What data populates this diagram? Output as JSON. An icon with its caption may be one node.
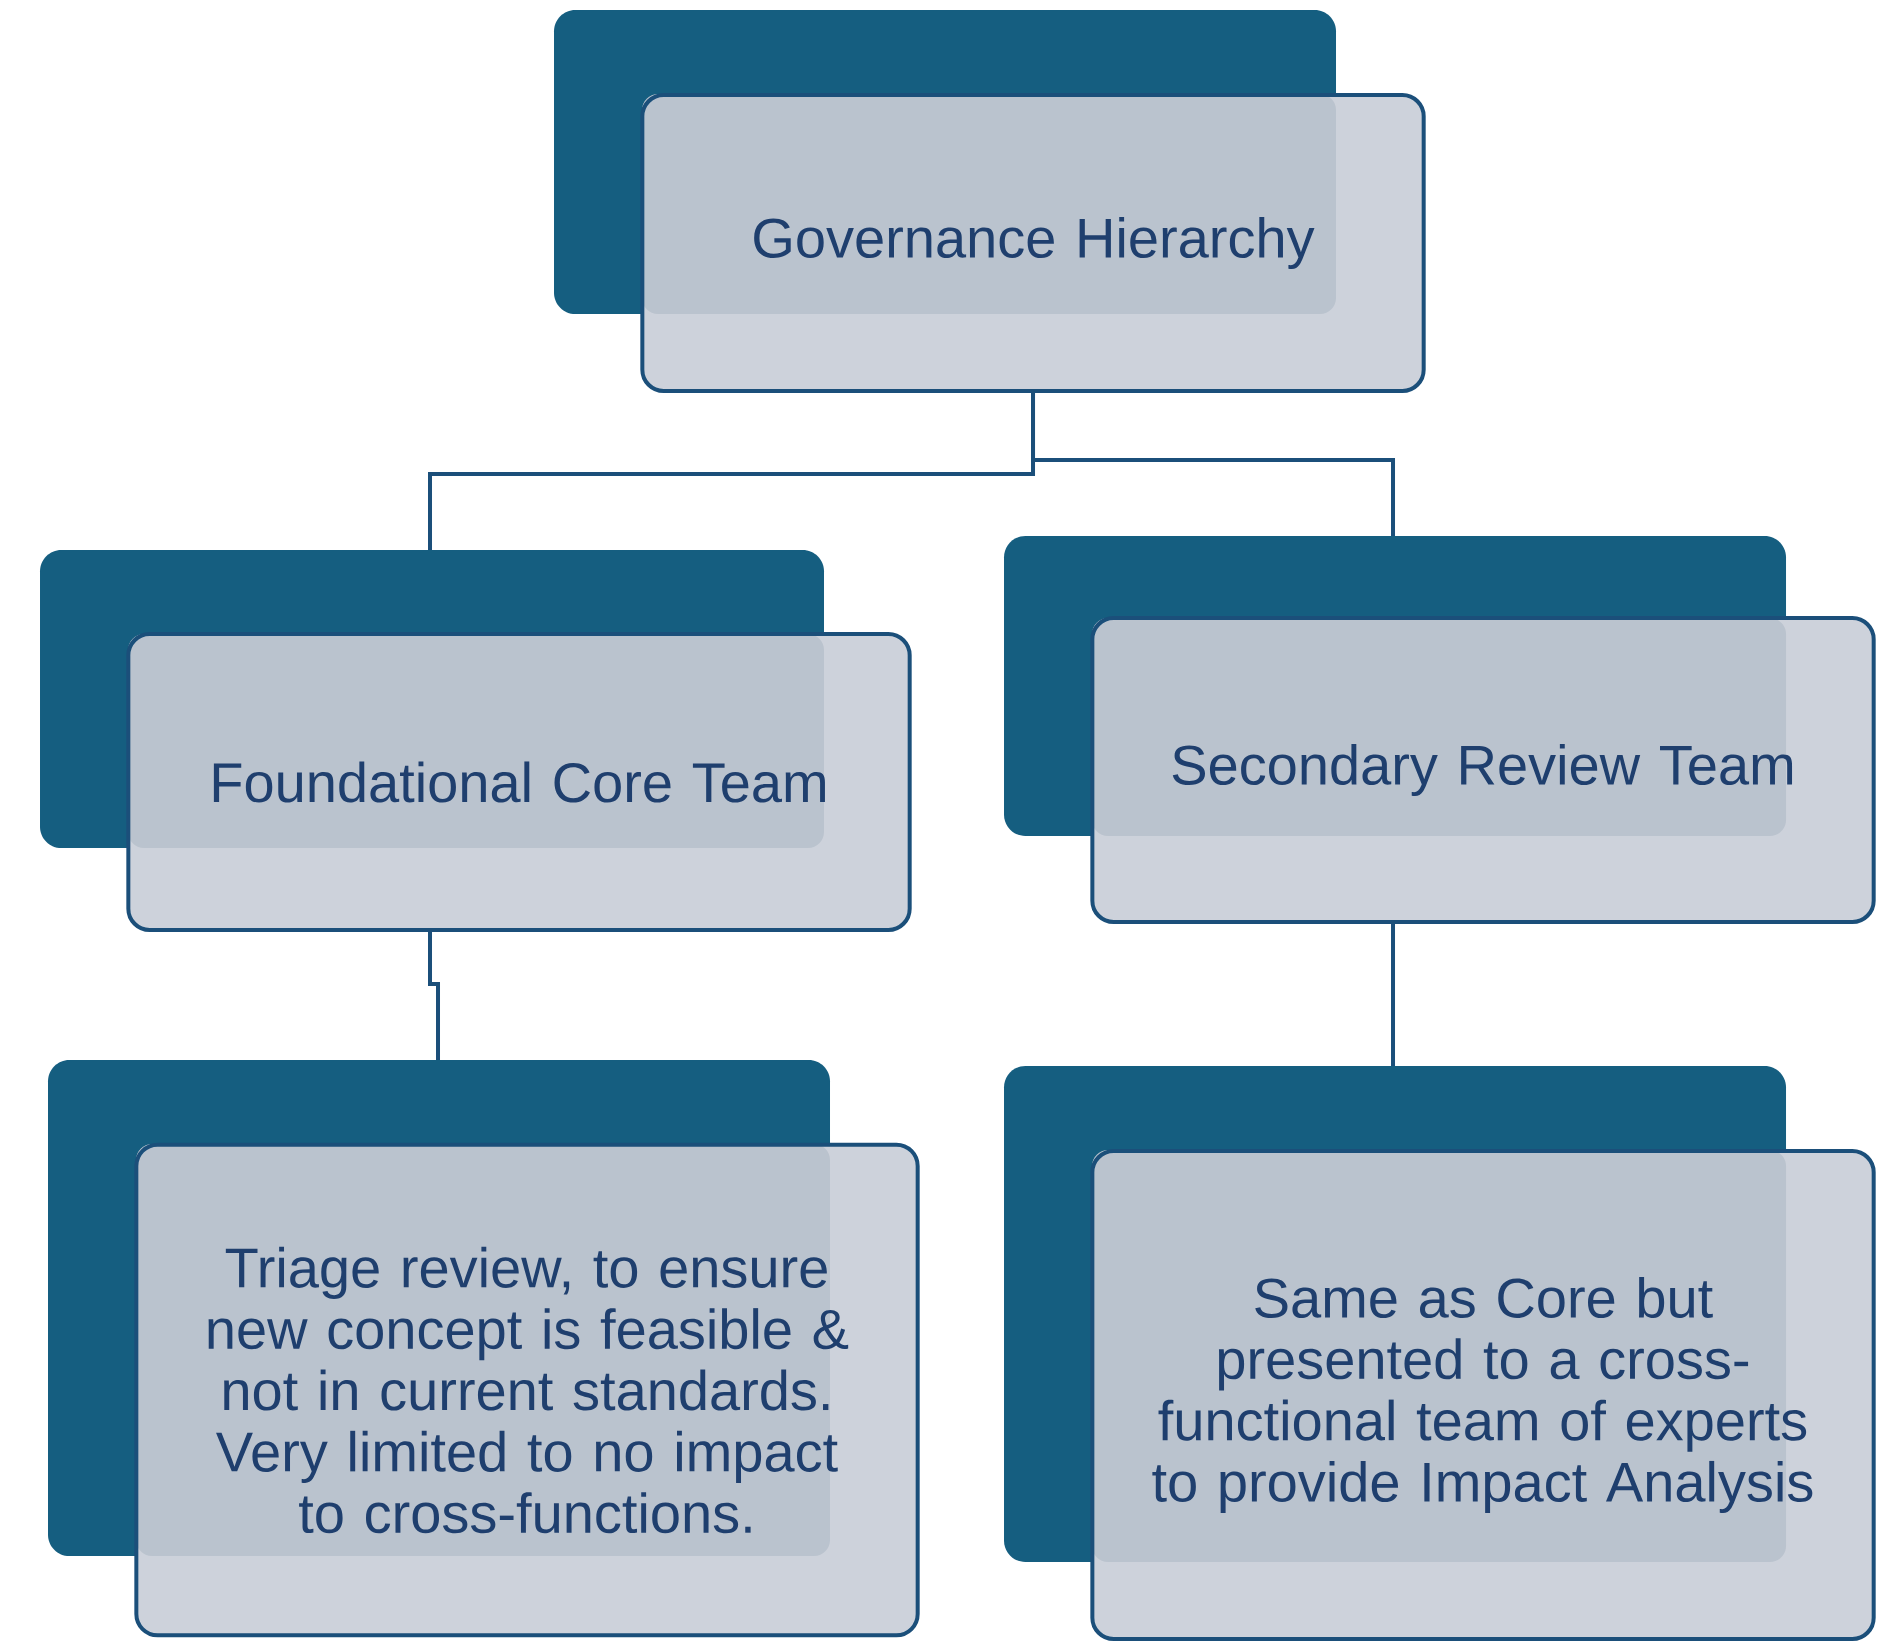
{
  "diagram": {
    "nodes": [
      {
        "text": [
          "Governance Hierarchy"
        ]
      },
      {
        "text": [
          "Foundational Core Team"
        ]
      },
      {
        "text": [
          "Secondary Review Team"
        ]
      },
      {
        "text": [
          "Triage review, to ensure new concept is feasible & not in current standards. Very limited to no impact to cross-functions."
        ]
      },
      {
        "text": [
          "Same as Core but presented to a cross-functional team of experts to provide Impact Analysis"
        ]
      }
    ],
    "edges": [
      {
        "from": 0,
        "to": 1,
        "arrow": "none"
      },
      {
        "from": 0,
        "to": 2,
        "arrow": "none"
      },
      {
        "from": 1,
        "to": 3,
        "arrow": "none"
      },
      {
        "from": 2,
        "to": 4,
        "arrow": "none"
      }
    ]
  }
}
